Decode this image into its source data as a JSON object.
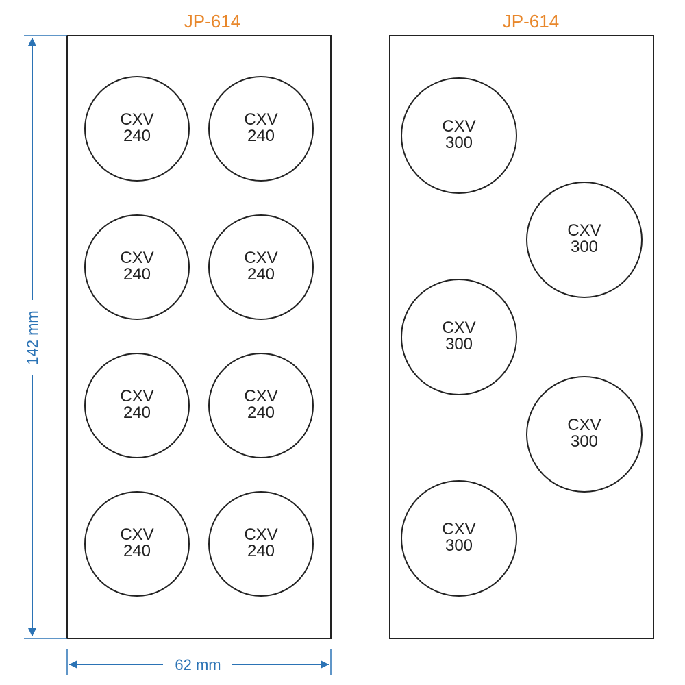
{
  "colors": {
    "title": "#e8872b",
    "dimension": "#2b73b5",
    "outline": "#222222"
  },
  "panels": [
    {
      "title": "JP-614",
      "slots": [
        {
          "line1": "CXV",
          "line2": "240"
        },
        {
          "line1": "CXV",
          "line2": "240"
        },
        {
          "line1": "CXV",
          "line2": "240"
        },
        {
          "line1": "CXV",
          "line2": "240"
        },
        {
          "line1": "CXV",
          "line2": "240"
        },
        {
          "line1": "CXV",
          "line2": "240"
        },
        {
          "line1": "CXV",
          "line2": "240"
        },
        {
          "line1": "CXV",
          "line2": "240"
        }
      ]
    },
    {
      "title": "JP-614",
      "slots": [
        {
          "line1": "CXV",
          "line2": "300"
        },
        {
          "line1": "CXV",
          "line2": "300"
        },
        {
          "line1": "CXV",
          "line2": "300"
        },
        {
          "line1": "CXV",
          "line2": "300"
        },
        {
          "line1": "CXV",
          "line2": "300"
        }
      ]
    }
  ],
  "dimensions": {
    "height_label": "142 mm",
    "width_label": "62 mm"
  }
}
